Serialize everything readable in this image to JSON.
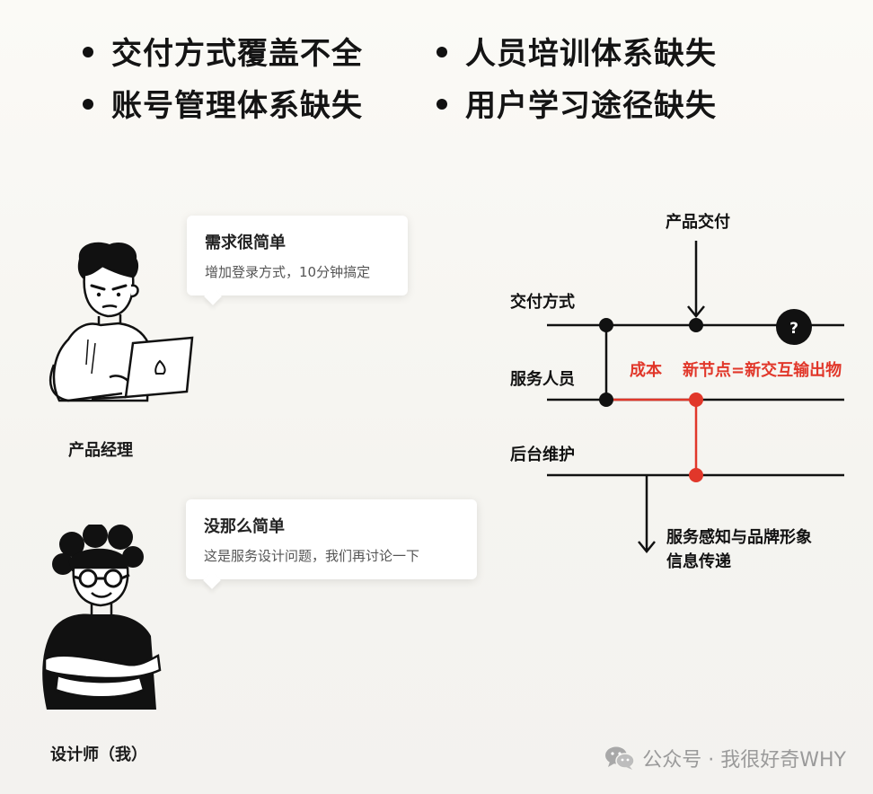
{
  "bullets": [
    "交付方式覆盖不全",
    "人员培训体系缺失",
    "账号管理体系缺失",
    "用户学习途径缺失"
  ],
  "pm_bubble": {
    "title": "需求很简单",
    "subtitle": "增加登录方式，10分钟搞定"
  },
  "pm_caption": "产品经理",
  "designer_bubble": {
    "title": "没那么简单",
    "subtitle": "这是服务设计问题，我们再讨论一下"
  },
  "designer_caption": "设计师（我）",
  "diagram": {
    "top_label": "产品交付",
    "line1_label": "交付方式",
    "line2_label": "服务人员",
    "line3_label": "后台维护",
    "question_mark": "?",
    "cost_label": "成本",
    "new_node_label": "新节点=新交互输出物",
    "bottom_label_1": "服务感知与品牌形象",
    "bottom_label_2": "信息传递",
    "colors": {
      "black": "#111111",
      "red": "#e1372a"
    }
  },
  "watermark": {
    "text": "公众号 · 我很好奇WHY",
    "icon": "wechat-icon"
  }
}
